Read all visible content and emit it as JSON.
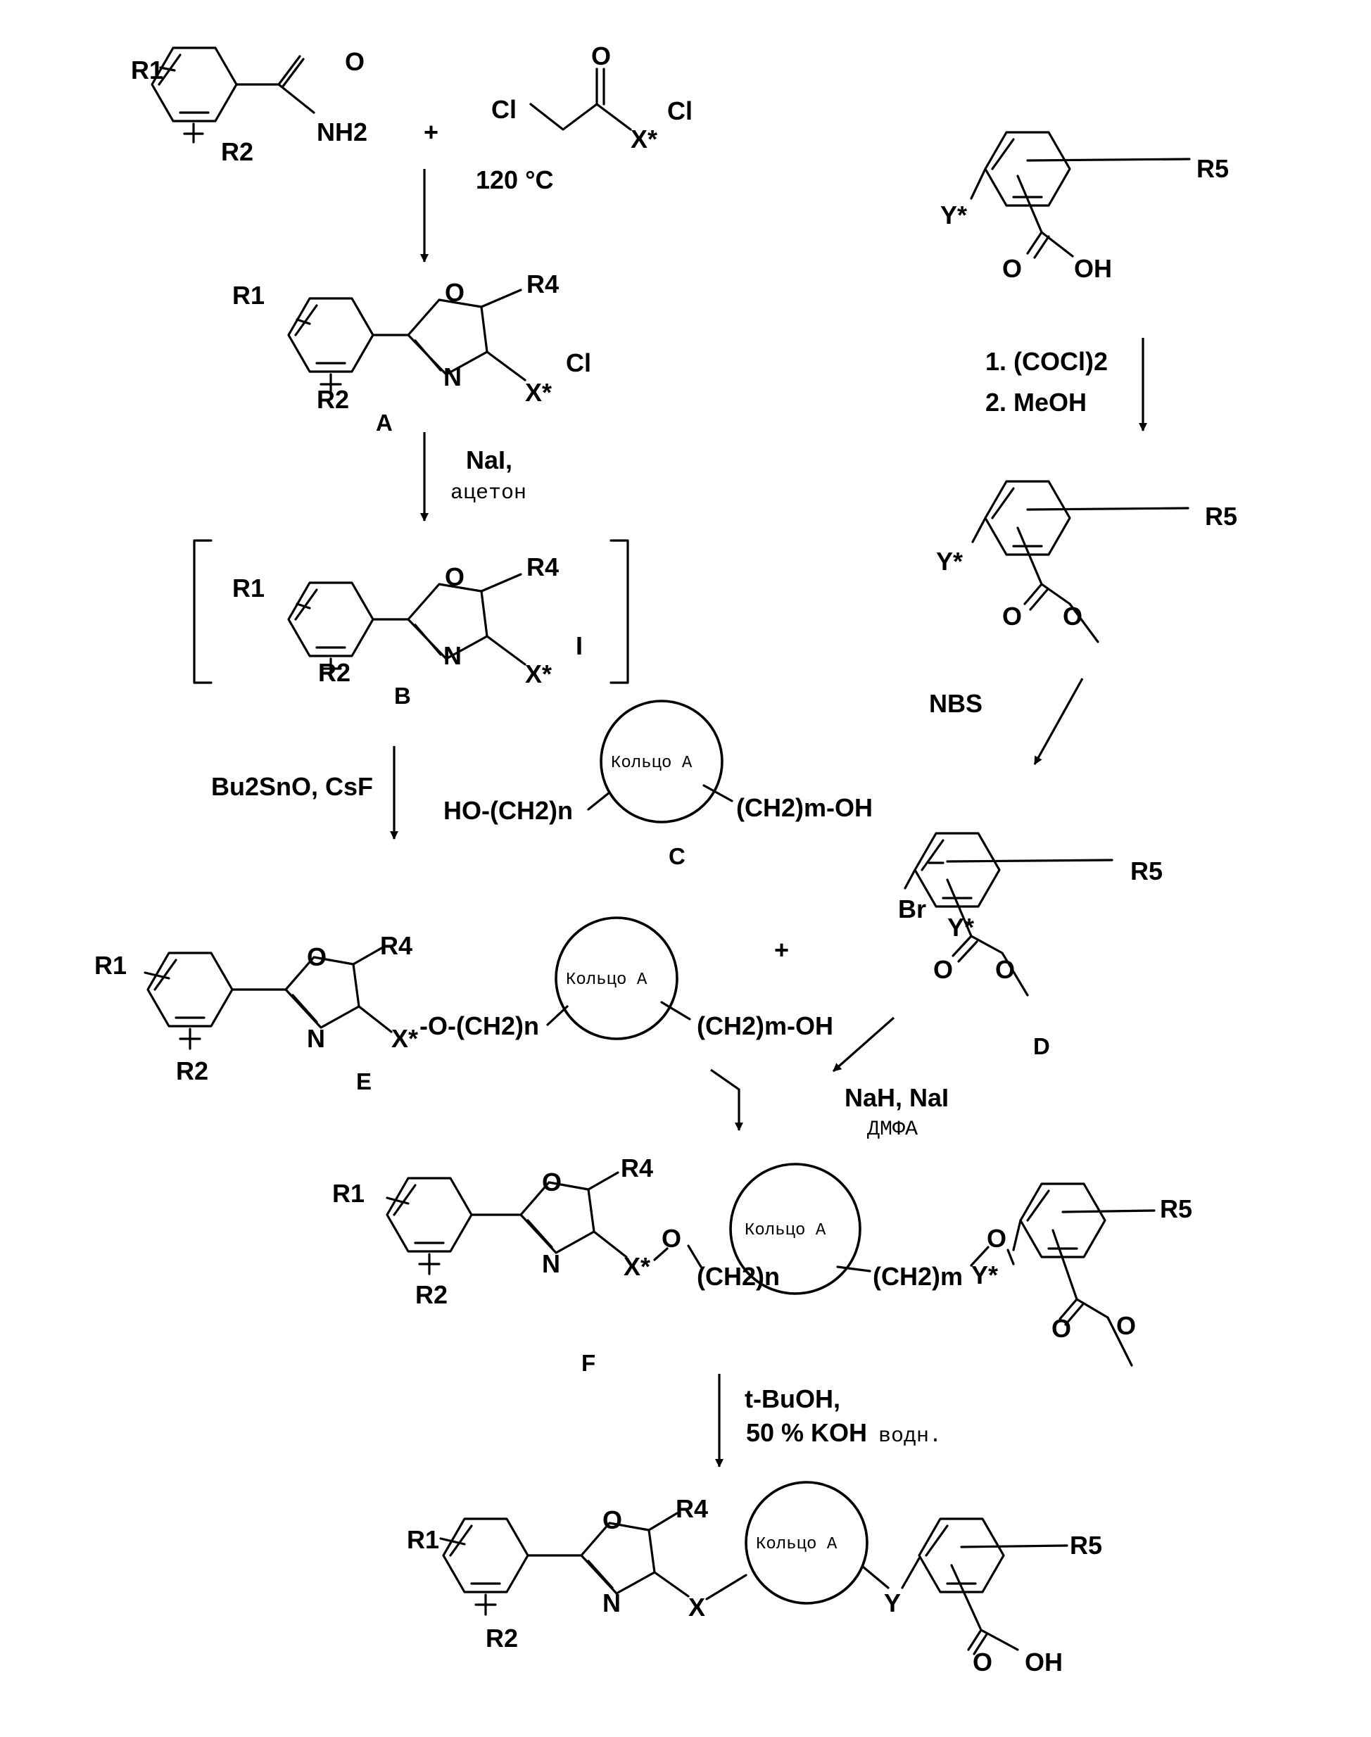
{
  "lab": {
    "r1": "R1",
    "r2": "R2",
    "r4": "R4",
    "r5": "R5",
    "o": "O",
    "n": "N",
    "oh": "OH",
    "cl": "Cl",
    "br": "Br",
    "i": "I",
    "x": "X",
    "xs": "X*",
    "y": "Y",
    "ys": "Y*",
    "nh2": "NH2"
  },
  "ring_a": "Кольцо A",
  "compounds": {
    "A": "A",
    "B": "B",
    "C": "C",
    "D": "D",
    "E": "E",
    "F": "F"
  },
  "plus": "+",
  "chains": {
    "c_left": "HO-(CH2)n",
    "c_right": "(CH2)m-OH",
    "e_left": "-O-(CH2)n",
    "e_right": "(CH2)m-OH",
    "f_left": "(CH2)n",
    "f_right": "(CH2)m"
  },
  "reagents": {
    "step1": "120 °C",
    "step2_line1": "NaI,",
    "step2_line2": "ацетон",
    "step3": "Bu2SnO, CsF",
    "step4_line1": "1. (COCl)2",
    "step4_line2": "2. MeOH",
    "step5": "NBS",
    "step6_line1": "NaH, NaI",
    "step6_line2": "ДМФА",
    "step7_line1": "t-BuOH,",
    "step7_line2a": "50 % KOH",
    "step7_line2b": "водн."
  }
}
